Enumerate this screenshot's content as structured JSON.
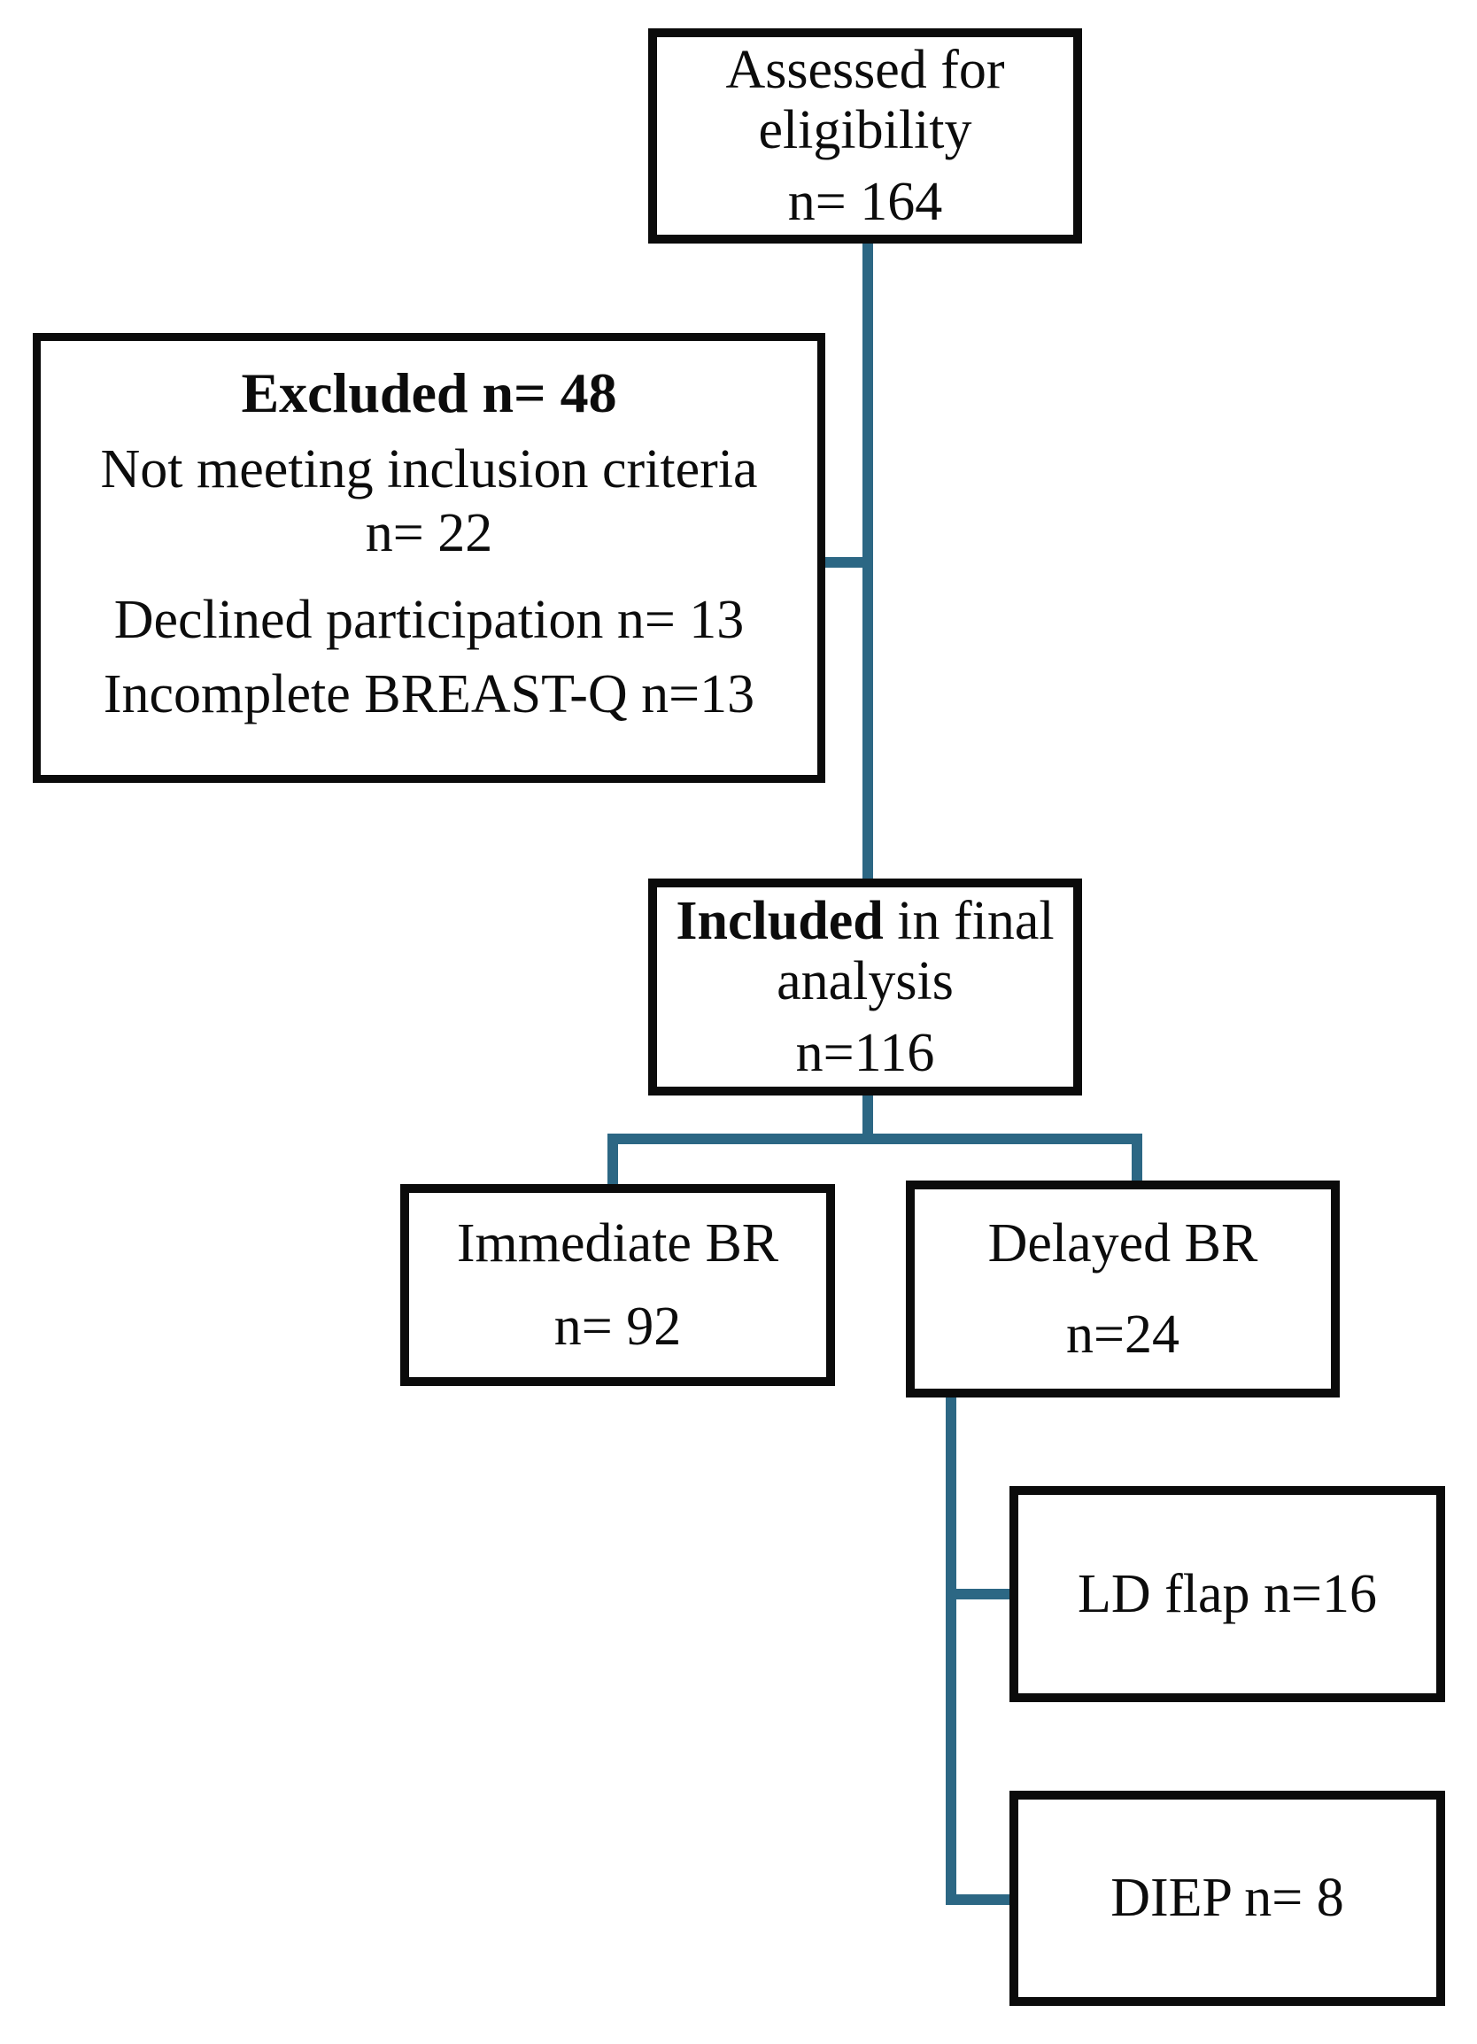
{
  "diagram": {
    "connector_color": "#2c6784",
    "box_border_color": "#0b0b0b",
    "background_color": "#ffffff",
    "nodes": {
      "assessed": {
        "line1": "Assessed for",
        "line2": "eligibility",
        "count": "n= 164"
      },
      "excluded": {
        "heading": "Excluded n= 48",
        "item1_line1": "Not meeting inclusion criteria",
        "item1_line2": "n= 22",
        "item2": "Declined participation n= 13",
        "item3": "Incomplete BREAST-Q n=13"
      },
      "included": {
        "title_bold": "Included",
        "title_rest": " in final",
        "line2": "analysis",
        "count": "n=116"
      },
      "immediate": {
        "label": "Immediate BR",
        "count": "n= 92"
      },
      "delayed": {
        "label": "Delayed BR",
        "count": "n=24"
      },
      "ld_flap": {
        "label": "LD flap n=16"
      },
      "diep": {
        "label": "DIEP n= 8"
      }
    },
    "edges": [
      {
        "from": "assessed",
        "to": "excluded"
      },
      {
        "from": "assessed",
        "to": "included"
      },
      {
        "from": "included",
        "to": "immediate"
      },
      {
        "from": "included",
        "to": "delayed"
      },
      {
        "from": "delayed",
        "to": "ld_flap"
      },
      {
        "from": "delayed",
        "to": "diep"
      }
    ]
  }
}
